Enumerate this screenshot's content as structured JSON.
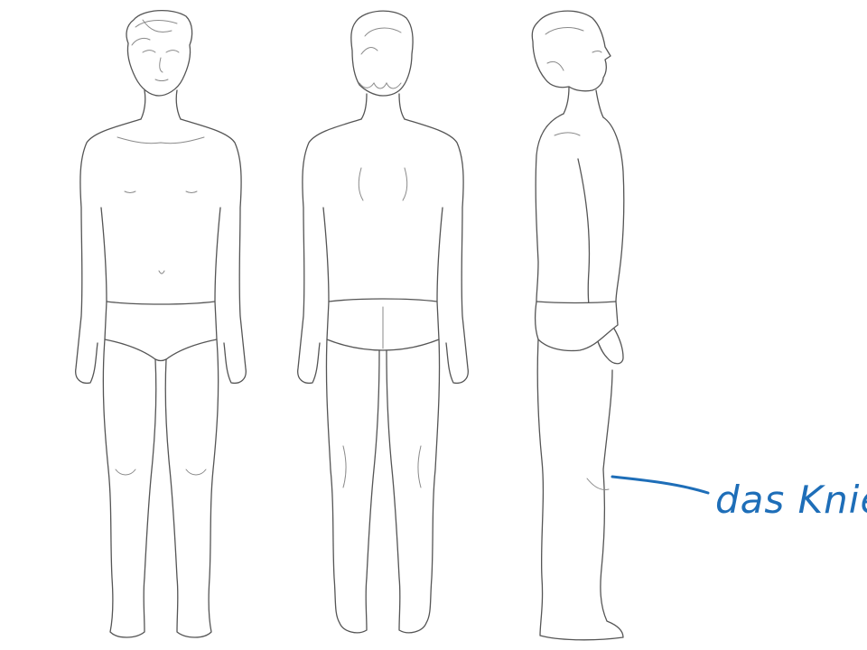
{
  "annotation": {
    "label": "das Knie",
    "color": "#1e6eb8"
  },
  "figures": [
    "front-view",
    "back-view",
    "side-view"
  ]
}
